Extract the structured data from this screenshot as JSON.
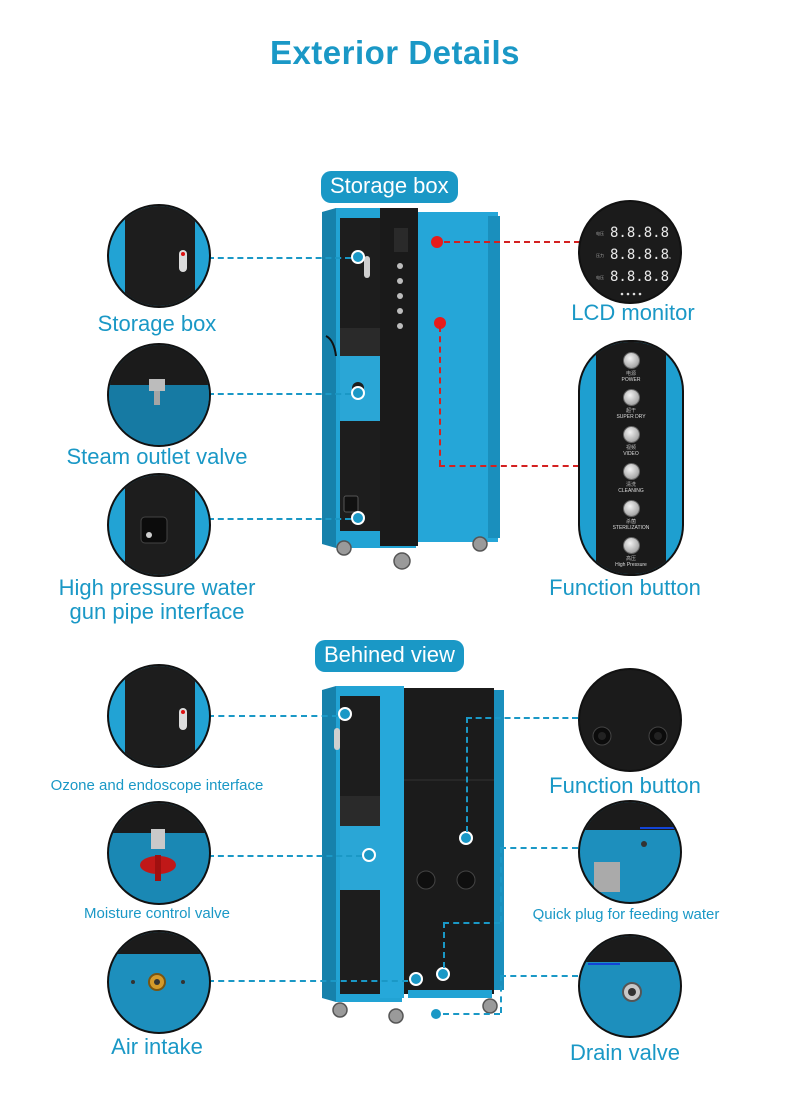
{
  "title": "Exterior Details",
  "sections": {
    "front": {
      "label": "Storage box"
    },
    "back": {
      "label": "Behined view"
    }
  },
  "front_callouts": {
    "storage_box": "Storage box",
    "steam_outlet": "Steam outlet valve",
    "high_pressure_line1": "High pressure water",
    "high_pressure_line2": "gun pipe interface",
    "lcd_monitor": "LCD monitor",
    "function_button": "Function button"
  },
  "back_callouts": {
    "ozone": "Ozone and endoscope interface",
    "moisture": "Moisture control valve",
    "air_intake": "Air intake",
    "function_button": "Function button",
    "quick_plug": "Quick plug for feeding water",
    "drain_valve": "Drain valve"
  },
  "lcd": {
    "readout": "8.8.8.8",
    "units": [
      "V",
      "kPa",
      "V"
    ]
  },
  "function_buttons": [
    {
      "cn": "电源",
      "en": "POWER"
    },
    {
      "cn": "超干",
      "en": "SUPER DRY"
    },
    {
      "cn": "视频",
      "en": "VIDEO"
    },
    {
      "cn": "清洗",
      "en": "CLEANING"
    },
    {
      "cn": "杀菌",
      "en": "STERILIZATION"
    },
    {
      "cn": "高压",
      "en": "High Pressure"
    }
  ],
  "colors": {
    "accent": "#1a98c6",
    "machine_blue": "#1e9fd0",
    "panel": "#1c1c1c",
    "marker_red": "#e81b1b"
  }
}
